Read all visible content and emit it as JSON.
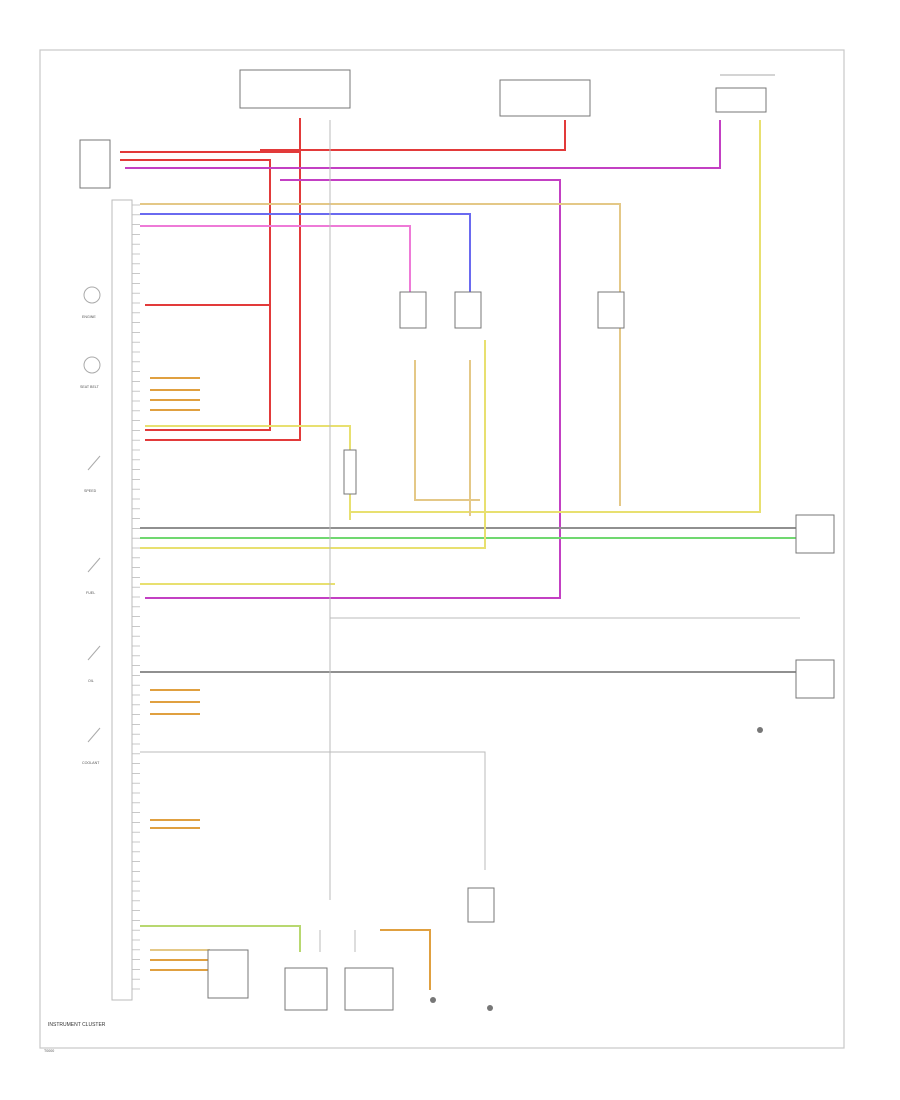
{
  "diagram": {
    "cluster_label": "INSTRUMENT CLUSTER",
    "code": "T0000",
    "gauge_labels": [
      "ENGINE",
      "SEAT BELT",
      "SPEED",
      "FUEL",
      "OIL",
      "COOLANT"
    ]
  },
  "colors": {
    "red": "#e23a3a",
    "magenta": "#c340c3",
    "blue": "#6a6af0",
    "pink": "#ee7ad7",
    "tan": "#e4c887",
    "yellow": "#e8e070",
    "green": "#70d870",
    "gray": "#909090",
    "orange": "#e0a040"
  }
}
